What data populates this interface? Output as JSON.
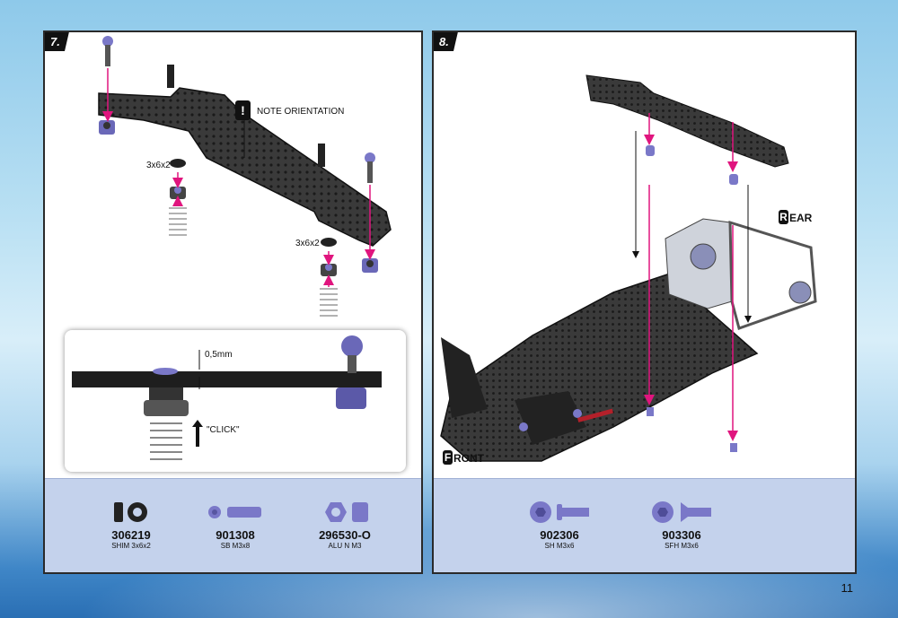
{
  "page_number": "11",
  "step7": {
    "number": "7.",
    "note_icon": "exclamation-icon",
    "note": "NOTE ORIENTATION",
    "shim_label_1": "3x6x2",
    "shim_label_2": "3x6x2",
    "detail": {
      "gap_label": "0,5mm",
      "click_label": "\"CLICK\""
    },
    "parts": [
      {
        "code": "306219",
        "name": "SHIM 3x6x2"
      },
      {
        "code": "901308",
        "name": "SB M3x8"
      },
      {
        "code": "296530-O",
        "name": "ALU N M3"
      }
    ]
  },
  "step8": {
    "number": "8.",
    "rear_label": "EAR",
    "rear_letter": "R",
    "front_label": "RONT",
    "front_letter": "F",
    "parts": [
      {
        "code": "902306",
        "name": "SH M3x6"
      },
      {
        "code": "903306",
        "name": "SFH M3x6"
      }
    ]
  },
  "colors": {
    "arrow": "#e0157e",
    "hardware": "#7a78c8",
    "plate": "#2b2b2b",
    "parts_bg": "#c4d2ec"
  }
}
